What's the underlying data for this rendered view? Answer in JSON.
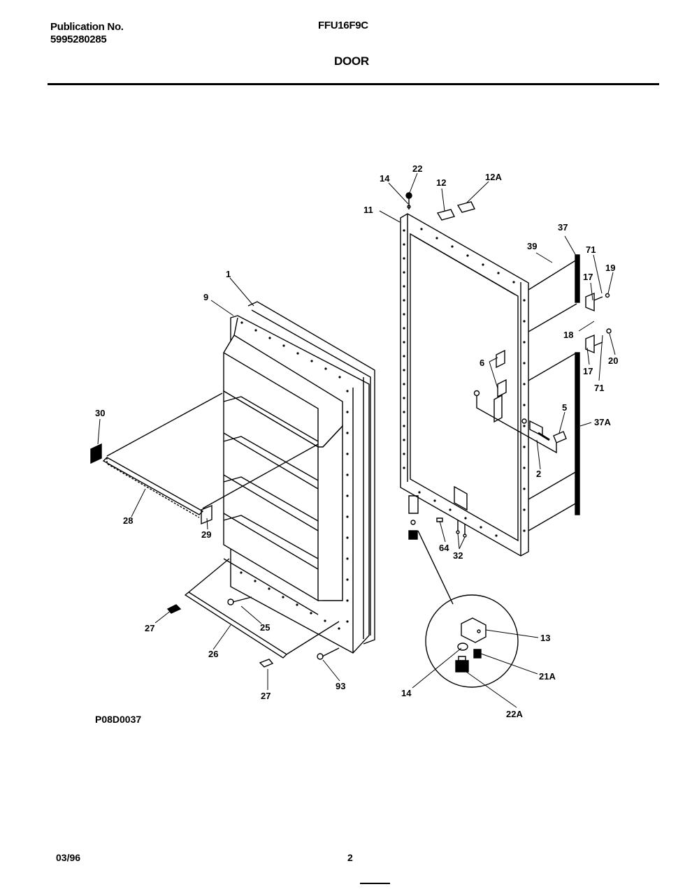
{
  "header": {
    "publication_label": "Publication No.",
    "publication_number": "5995280285",
    "model": "FFU16F9C",
    "section_title": "DOOR"
  },
  "diagram": {
    "figure_code": "P08D0037",
    "callouts": {
      "c22": "22",
      "c14": "14",
      "c12": "12",
      "c12a": "12A",
      "c11": "11",
      "c37": "37",
      "c39": "39",
      "c71a": "71",
      "c19": "19",
      "c17a": "17",
      "c18": "18",
      "c20": "20",
      "c17b": "17",
      "c71b": "71",
      "c6": "6",
      "c5": "5",
      "c37a": "37A",
      "c2": "2",
      "c64": "64",
      "c32": "32",
      "c1": "1",
      "c9": "9",
      "c30": "30",
      "c28": "28",
      "c29": "29",
      "c27a": "27",
      "c25": "25",
      "c26": "26",
      "c27b": "27",
      "c93": "93",
      "c13": "13",
      "c21a": "21A",
      "c14b": "14",
      "c22a": "22A"
    }
  },
  "footer": {
    "date": "03/96",
    "page_number": "2"
  }
}
